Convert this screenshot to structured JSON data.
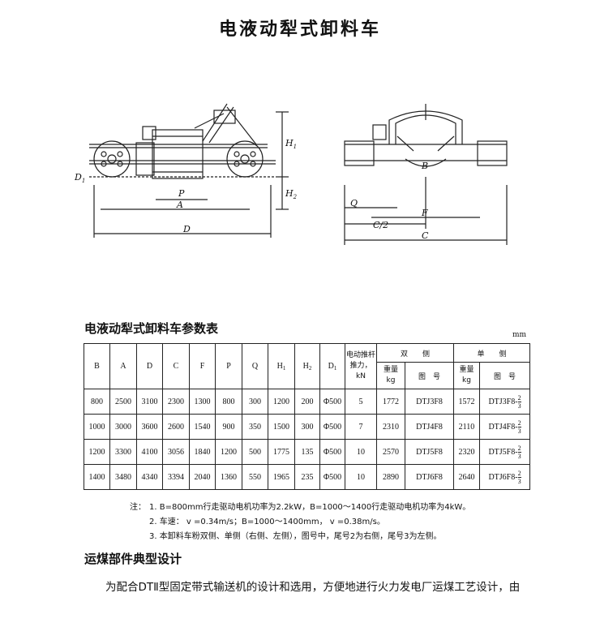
{
  "title": "电液动犁式卸料车",
  "drawing": {
    "side_labels": {
      "D1": "D",
      "D1_sub": "1",
      "H1": "H",
      "H1_sub": "1",
      "H2": "H",
      "H2_sub": "2",
      "P": "P",
      "A": "A",
      "D": "D"
    },
    "front_labels": {
      "B": "B",
      "Q": "Q",
      "F": "F",
      "C2": "C/2",
      "C": "C"
    }
  },
  "table_title": "电液动犁式卸料车参数表",
  "unit": "mm",
  "table": {
    "headers": {
      "B": "B",
      "A": "A",
      "D": "D",
      "C": "C",
      "F": "F",
      "P": "P",
      "Q": "Q",
      "H1": "H",
      "H1_sub": "1",
      "H2": "H",
      "H2_sub": "2",
      "D1": "D",
      "D1_sub": "1",
      "thrust_line1": "电动推杆",
      "thrust_line2": "推力，kN",
      "double_side": "双　　侧",
      "single_side": "单　　侧",
      "weight_line1": "重量",
      "weight_line2": "kg",
      "drawing_no": "图　号"
    },
    "rows": [
      {
        "B": "800",
        "A": "2500",
        "D": "3100",
        "C": "2300",
        "F": "1300",
        "P": "800",
        "Q": "300",
        "H1": "1200",
        "H2": "200",
        "D1": "Φ500",
        "thrust": "5",
        "dw": "1772",
        "dn": "DTJ3F8",
        "sw": "1572",
        "sn": "DTJ3F8-",
        "fn": "2",
        "fd": "3"
      },
      {
        "B": "1000",
        "A": "3000",
        "D": "3600",
        "C": "2600",
        "F": "1540",
        "P": "900",
        "Q": "350",
        "H1": "1500",
        "H2": "300",
        "D1": "Φ500",
        "thrust": "7",
        "dw": "2310",
        "dn": "DTJ4F8",
        "sw": "2110",
        "sn": "DTJ4F8-",
        "fn": "2",
        "fd": "3"
      },
      {
        "B": "1200",
        "A": "3300",
        "D": "4100",
        "C": "3056",
        "F": "1840",
        "P": "1200",
        "Q": "500",
        "H1": "1775",
        "H2": "135",
        "D1": "Φ500",
        "thrust": "10",
        "dw": "2570",
        "dn": "DTJ5F8",
        "sw": "2320",
        "sn": "DTJ5F8-",
        "fn": "2",
        "fd": "3"
      },
      {
        "B": "1400",
        "A": "3480",
        "D": "4340",
        "C": "3394",
        "F": "2040",
        "P": "1360",
        "Q": "550",
        "H1": "1965",
        "H2": "235",
        "D1": "Φ500",
        "thrust": "10",
        "dw": "2890",
        "dn": "DTJ6F8",
        "sw": "2640",
        "sn": "DTJ6F8-",
        "fn": "2",
        "fd": "3"
      }
    ]
  },
  "notes": {
    "label": "注：",
    "n1": "1.  B=800mm行走驱动电机功率为2.2kW，B=1000～1400行走驱动电机功率为4kW。",
    "n2": "2.  车速：  v =0.34m/s；B=1000～1400mm，  v =0.38m/s。",
    "n3": "3.  本卸料车粉双侧、单侧（右侧、左侧），图号中，尾号2为右侧，尾号3为左侧。"
  },
  "section_title": "运煤部件典型设计",
  "body_text": "为配合DTⅡ型固定带式输送机的设计和选用，方便地进行火力发电厂运煤工艺设计，由"
}
